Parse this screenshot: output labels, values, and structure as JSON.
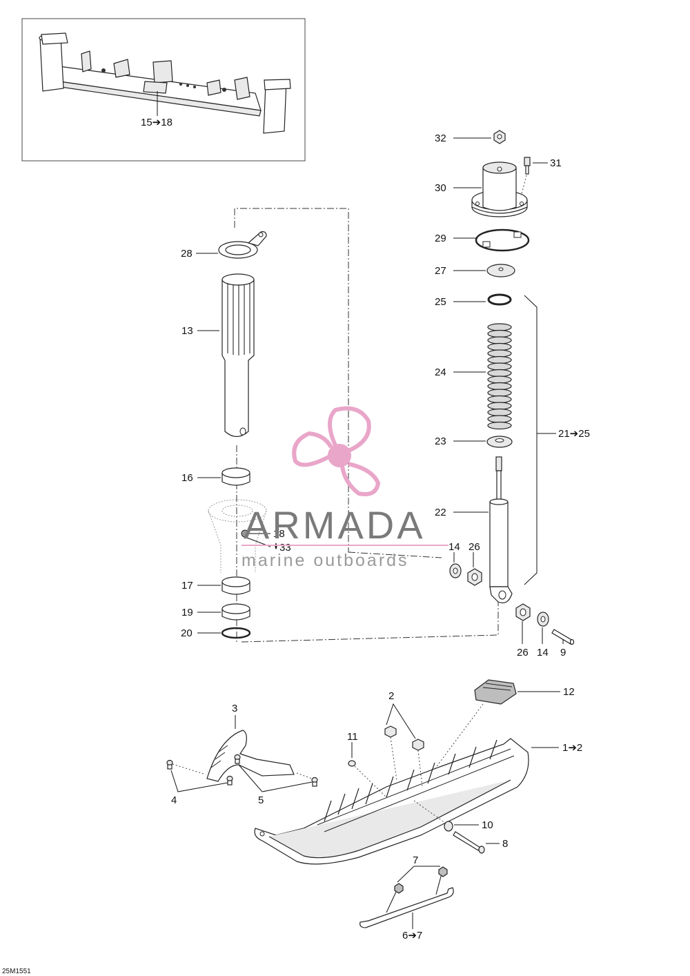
{
  "labels": {
    "inset_15_18": "15➔18",
    "p32": "32",
    "p31": "31",
    "p30": "30",
    "p29": "29",
    "p27": "27",
    "p25": "25",
    "p24": "24",
    "p23": "23",
    "p22": "22",
    "p21_25": "21➔25",
    "p28": "28",
    "p13": "13",
    "p16": "16",
    "p18": "18",
    "p33": "33",
    "p17": "17",
    "p19": "19",
    "p20": "20",
    "p14a": "14",
    "p26a": "26",
    "p26b": "26",
    "p14b": "14",
    "p9": "9",
    "p12": "12",
    "p3": "3",
    "p2": "2",
    "p11": "11",
    "p1_2": "1➔2",
    "p4": "4",
    "p5": "5",
    "p10": "10",
    "p8": "8",
    "p7": "7",
    "p6_7": "6➔7"
  },
  "watermark": {
    "brand": "ARMADA",
    "tagline": "marine outboards",
    "logo_color": "#e9a6c9",
    "text_color": "#7a7a7a"
  },
  "diagram_code": "25M1551"
}
